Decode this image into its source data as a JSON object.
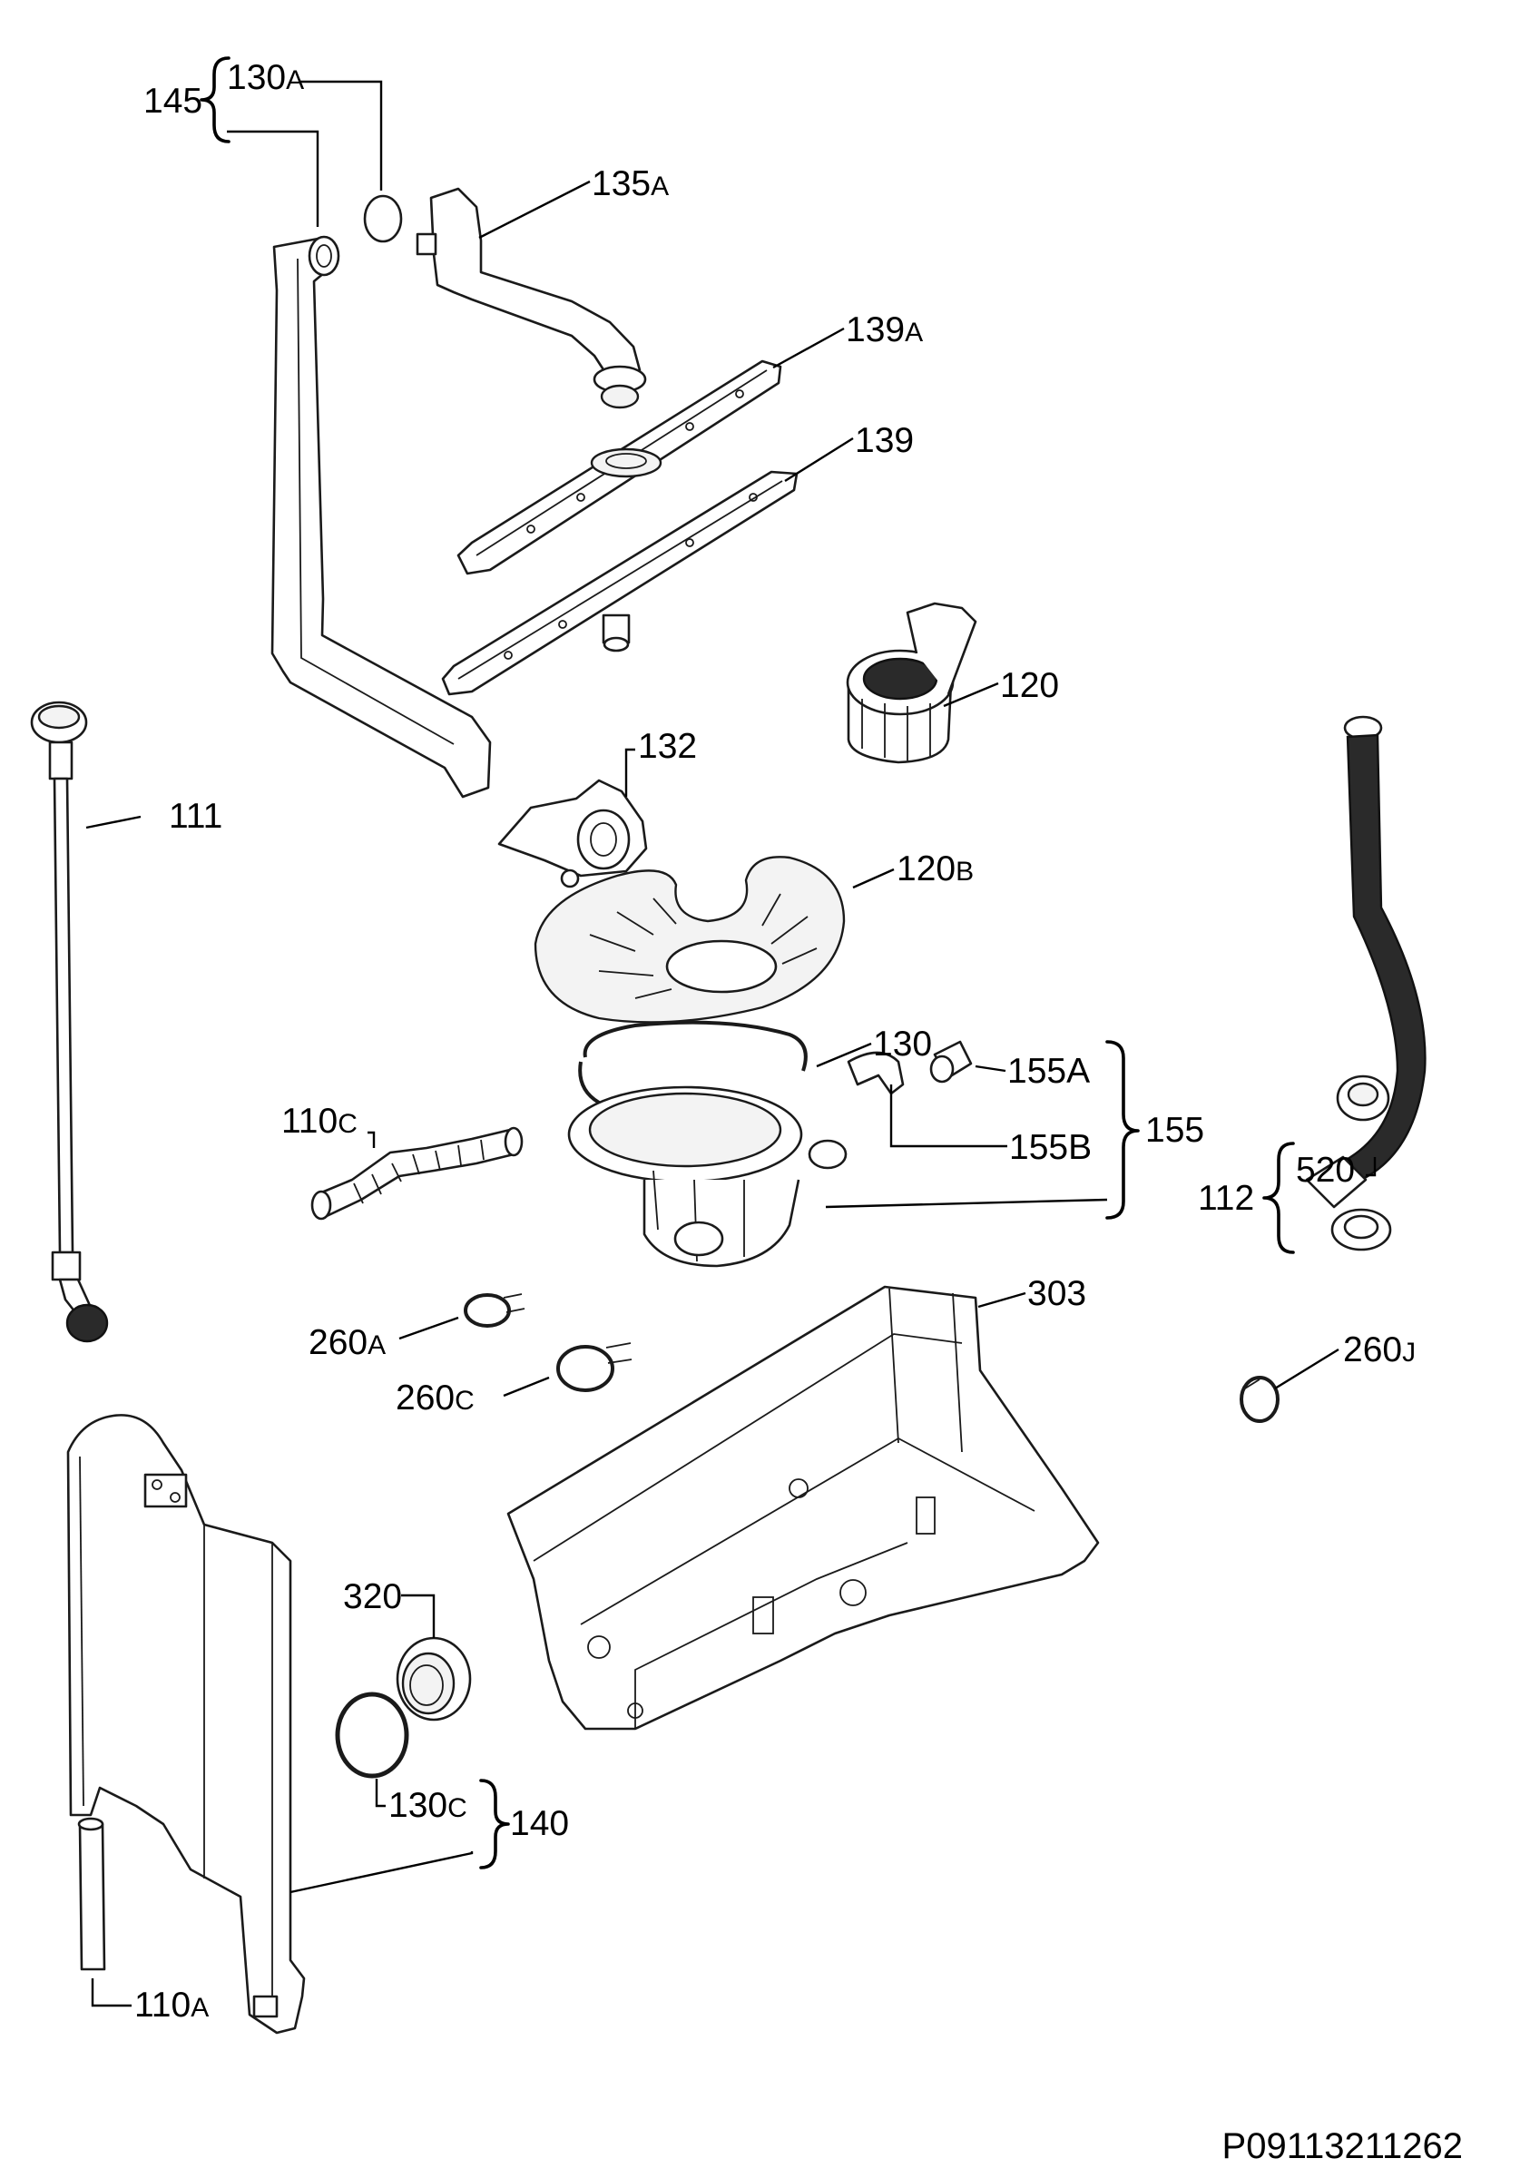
{
  "labels": {
    "p145": "145",
    "p130A_num": "130",
    "p130A_suf": "A",
    "p135A_num": "135",
    "p135A_suf": "A",
    "p139A_num": "139",
    "p139A_suf": "A",
    "p139": "139",
    "p120": "120",
    "p132": "132",
    "p111": "111",
    "p120B_num": "120",
    "p120B_suf": "B",
    "p130": "130",
    "p155A": "155A",
    "p155B": "155B",
    "p155": "155",
    "p110C_num": "110",
    "p110C_suf": "C",
    "p520": "520",
    "p112": "112",
    "p303": "303",
    "p260A_num": "260",
    "p260A_suf": "A",
    "p260C_num": "260",
    "p260C_suf": "C",
    "p260J_num": "260",
    "p260J_suf": "J",
    "p320": "320",
    "p130C_num": "130",
    "p130C_suf": "C",
    "p140": "140",
    "p110A_num": "110",
    "p110A_suf": "A"
  },
  "drawing_code": "P09113211262"
}
